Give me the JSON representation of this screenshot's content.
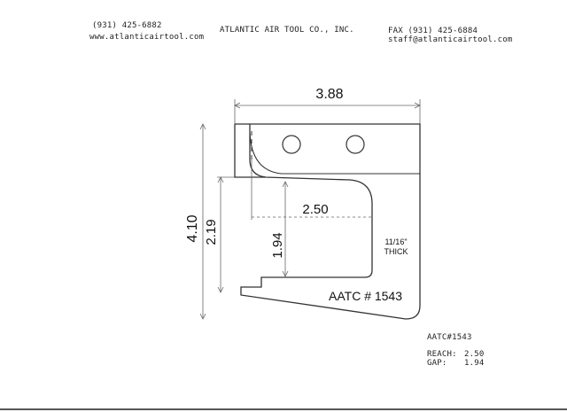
{
  "header": {
    "phone": "(931) 425-6882",
    "website": "www.atlanticairtool.com",
    "company": "ATLANTIC AIR TOOL CO., INC.",
    "fax": "FAX (931) 425-6884",
    "email": "staff@atlanticairtool.com"
  },
  "drawing": {
    "width_dim": "3.88",
    "height_dim": "4.10",
    "inner_height_dim": "2.19",
    "reach_dim": "2.50",
    "gap_dim": "1.94",
    "thickness_line1": "11/16\"",
    "thickness_line2": "THICK",
    "part_label": "AATC # 1543"
  },
  "specs": {
    "part_number": "AATC#1543",
    "reach_label": "REACH:",
    "reach_value": "2.50",
    "gap_label": "GAP:",
    "gap_value": "1.94"
  }
}
